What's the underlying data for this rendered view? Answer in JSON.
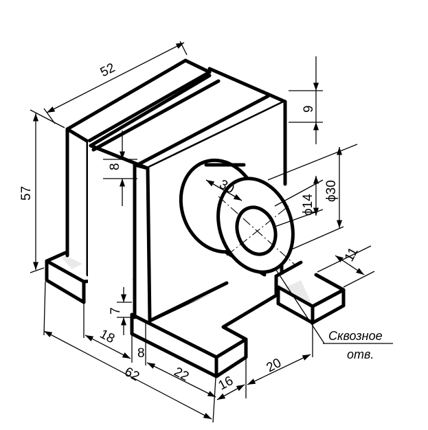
{
  "dimensions": {
    "length_52": "52",
    "height_57": "57",
    "wall_8": "8",
    "top_9": "9",
    "boss_30": "30",
    "hole_dia_14": "ϕ14",
    "boss_dia_30": "ϕ30",
    "tab_11": "11",
    "rib_7": "7",
    "slot_18": "18",
    "wall_8b": "8",
    "base_62": "62",
    "base_22": "22",
    "tab_16": "16",
    "tab_20": "20"
  },
  "note": {
    "line1": "Сквозное",
    "line2": "отв."
  }
}
